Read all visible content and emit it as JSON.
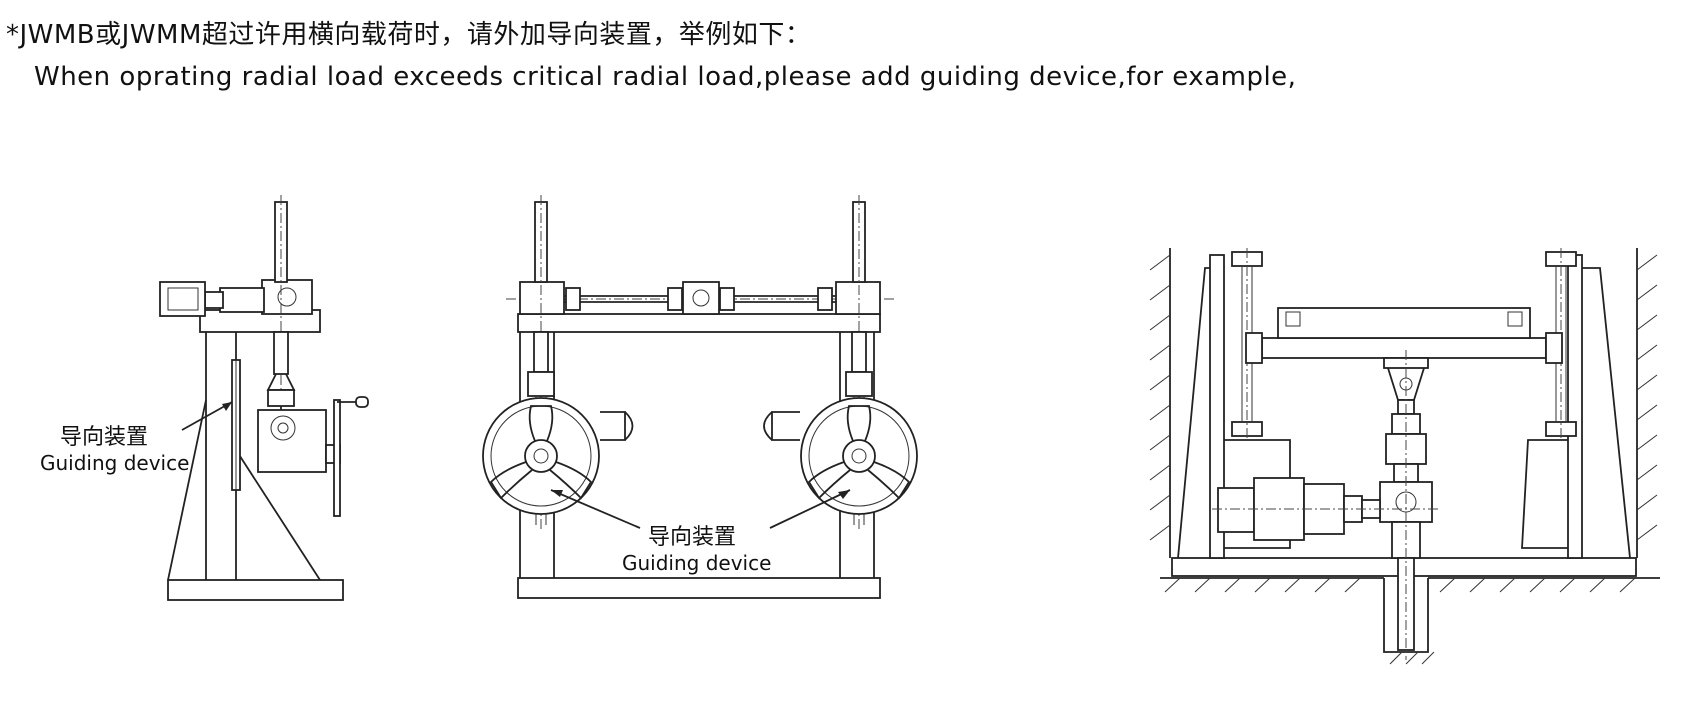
{
  "header": {
    "note_cn": "*JWMB或JWMM超过许用横向载荷时，请外加导向装置，举例如下：",
    "note_en": "When oprating radial load exceeds critical radial load,please add guiding device,for example,"
  },
  "figures": [
    {
      "label_cn": "导向装置",
      "label_en": "Guiding device"
    },
    {
      "label_cn": "导向装置",
      "label_en": "Guiding device"
    },
    {
      "label_cn": "",
      "label_en": ""
    }
  ]
}
